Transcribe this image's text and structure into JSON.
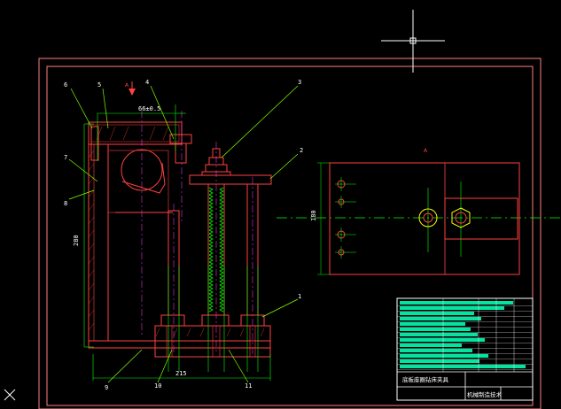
{
  "colors": {
    "background": "#000000",
    "frame": "#ff7f7f",
    "construction": "#00ff00",
    "leader": "#7fff00",
    "body": "#ff4040",
    "title_fill": "#00e5a0",
    "text": "#ffffff",
    "crosshair": "#ffffff"
  },
  "drawing": {
    "part_labels": [
      "6",
      "5",
      "4",
      "3",
      "2",
      "7",
      "8",
      "1",
      "9",
      "10",
      "11"
    ],
    "dimensions": {
      "top_width": "66±0.5",
      "height": "280",
      "base_width": "215",
      "side_height": "180"
    },
    "section_mark": "A",
    "side_view_mark": "A"
  },
  "title_block": {
    "drawing_title": "底板座圈钻床夹具",
    "org": "机械制造技术"
  },
  "ui": {
    "crosshair": "cursor-crosshair",
    "ucs_icon": "ucs-x-icon"
  }
}
